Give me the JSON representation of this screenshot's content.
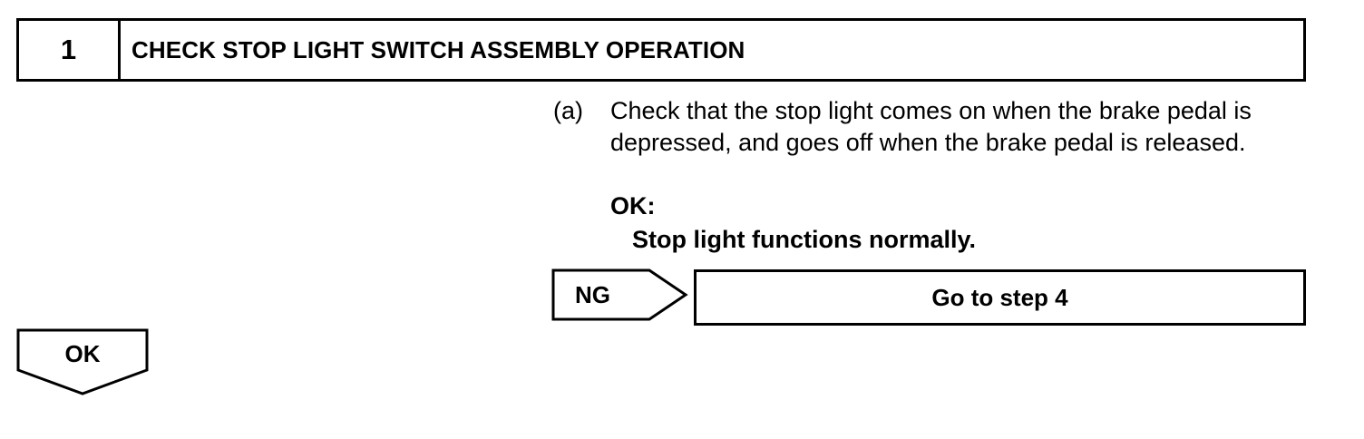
{
  "step": {
    "number": "1",
    "title": "CHECK STOP LIGHT SWITCH ASSEMBLY OPERATION"
  },
  "instruction": {
    "label": "(a)",
    "text": "Check that the stop light comes on when the brake pedal is depressed, and goes off when the brake pedal is released.",
    "ok_label": "OK:",
    "ok_result": "Stop light functions normally."
  },
  "ng_branch": {
    "label": "NG",
    "action": "Go to step 4"
  },
  "ok_branch": {
    "label": "OK"
  }
}
